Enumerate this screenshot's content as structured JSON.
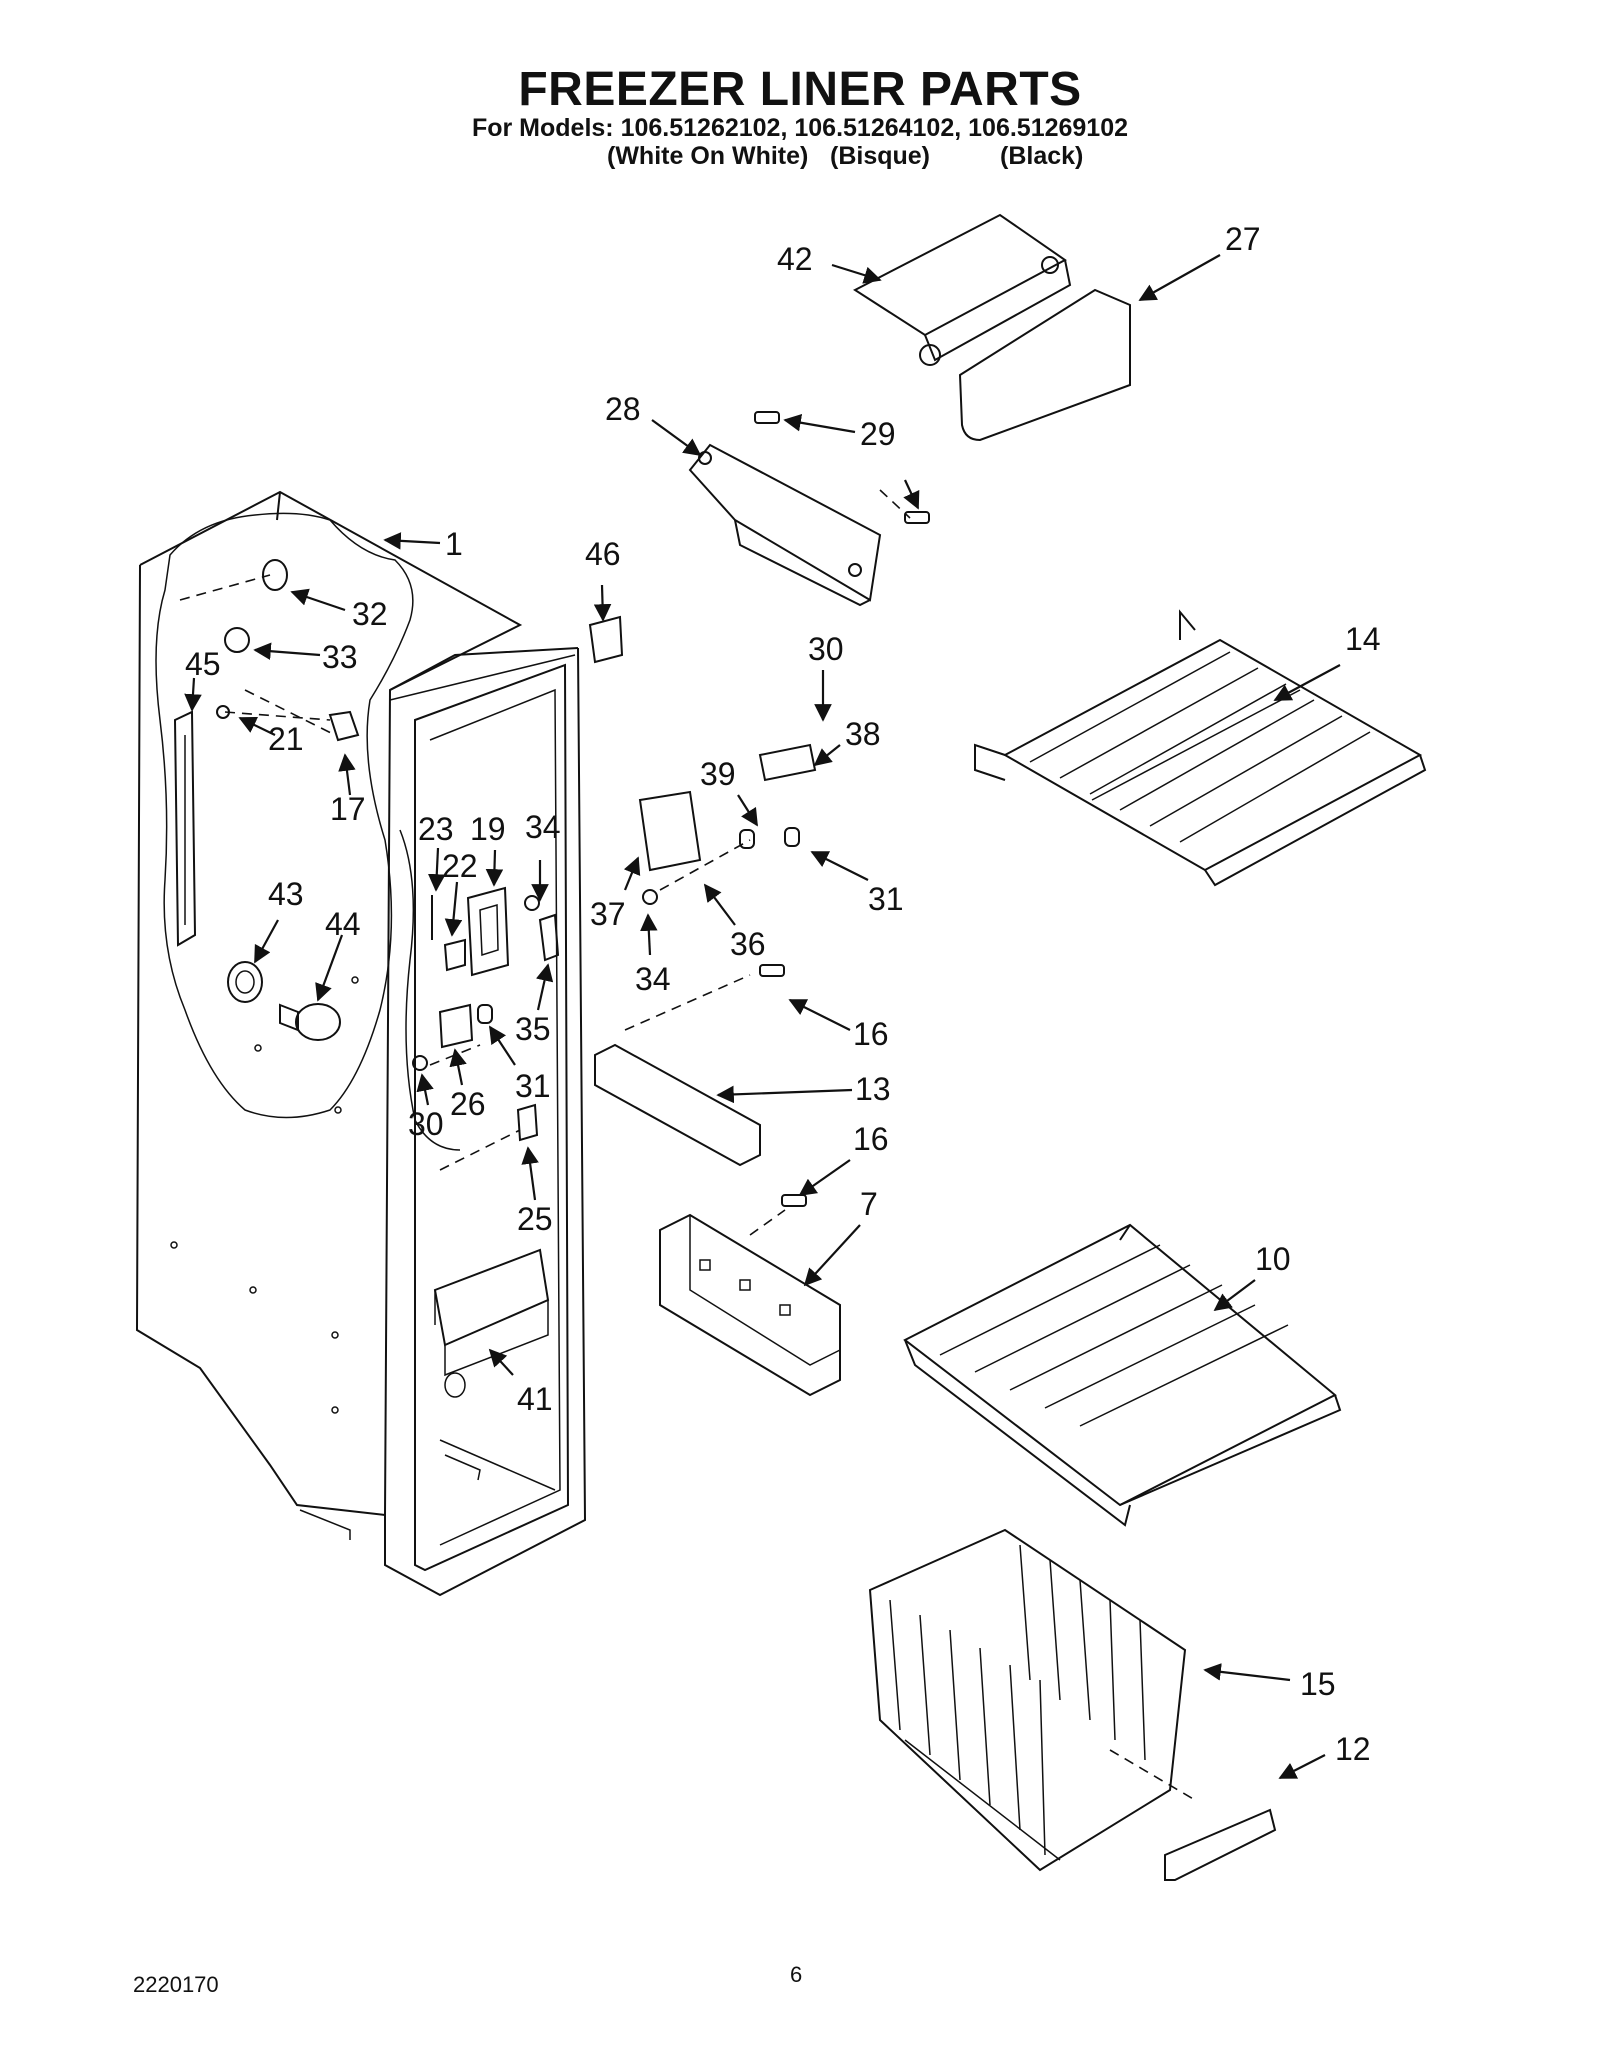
{
  "header": {
    "title": "FREEZER LINER PARTS",
    "models_line": "For Models: 106.51262102, 106.51264102, 106.51269102",
    "colors": [
      "(White On White)",
      "(Bisque)",
      "(Black)"
    ]
  },
  "callouts": [
    "1",
    "7",
    "10",
    "12",
    "13",
    "14",
    "15",
    "16",
    "16",
    "17",
    "19",
    "21",
    "22",
    "23",
    "25",
    "26",
    "27",
    "28",
    "29",
    "30",
    "30",
    "31",
    "31",
    "32",
    "33",
    "34",
    "34",
    "35",
    "36",
    "37",
    "38",
    "39",
    "41",
    "42",
    "43",
    "44",
    "45",
    "46"
  ],
  "footer": {
    "doc_number": "2220170",
    "page_number": "6"
  }
}
